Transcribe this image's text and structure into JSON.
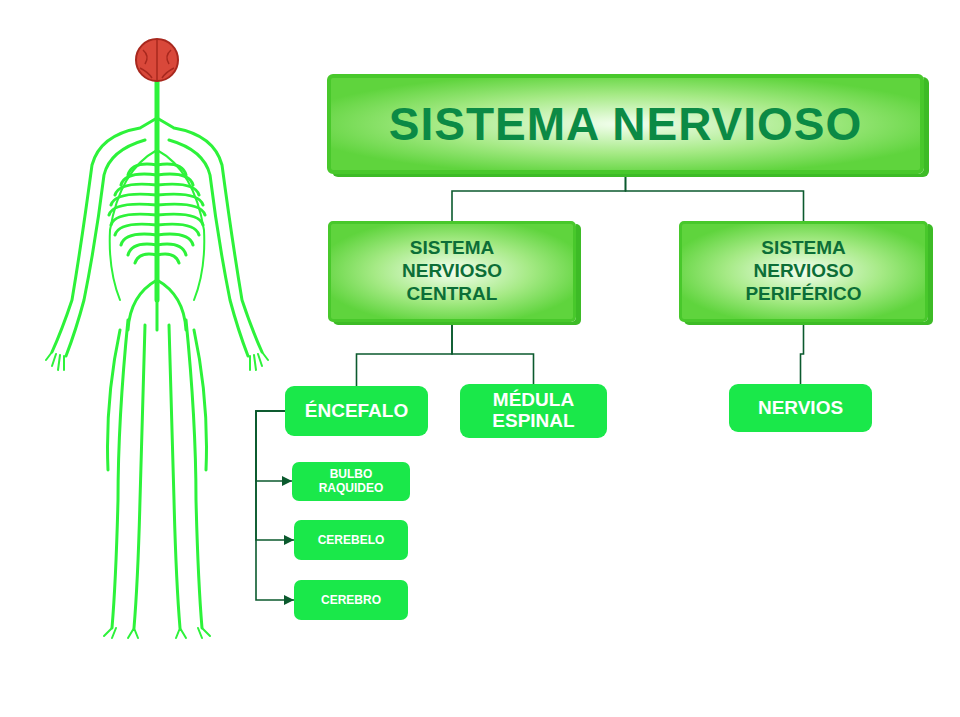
{
  "diagram": {
    "nodes": [
      {
        "text": [
          "SISTEMA NERVIOSO"
        ]
      },
      {
        "text": [
          "SISTEMA NERVIOSO CENTRAL"
        ]
      },
      {
        "text": [
          "SISTEMA NERVIOSO PERIFÉRICO"
        ]
      },
      {
        "text": [
          "ÉNCEFALO"
        ]
      },
      {
        "text": [
          "MÉDULA ESPINAL"
        ]
      },
      {
        "text": [
          "NERVIOS"
        ]
      },
      {
        "text": [
          "BULBO RAQUIDEO"
        ]
      },
      {
        "text": [
          "CEREBELO"
        ]
      },
      {
        "text": [
          "CEREBRO"
        ]
      }
    ],
    "edges": [
      {
        "from": 0,
        "to": 1,
        "arrow": "none"
      },
      {
        "from": 0,
        "to": 2,
        "arrow": "none"
      },
      {
        "from": 1,
        "to": 3,
        "arrow": "none"
      },
      {
        "from": 1,
        "to": 4,
        "arrow": "none"
      },
      {
        "from": 2,
        "to": 5,
        "arrow": "none"
      },
      {
        "from": 3,
        "to": 6,
        "arrow": "to"
      },
      {
        "from": 3,
        "to": 7,
        "arrow": "to"
      },
      {
        "from": 3,
        "to": 8,
        "arrow": "to"
      }
    ]
  }
}
